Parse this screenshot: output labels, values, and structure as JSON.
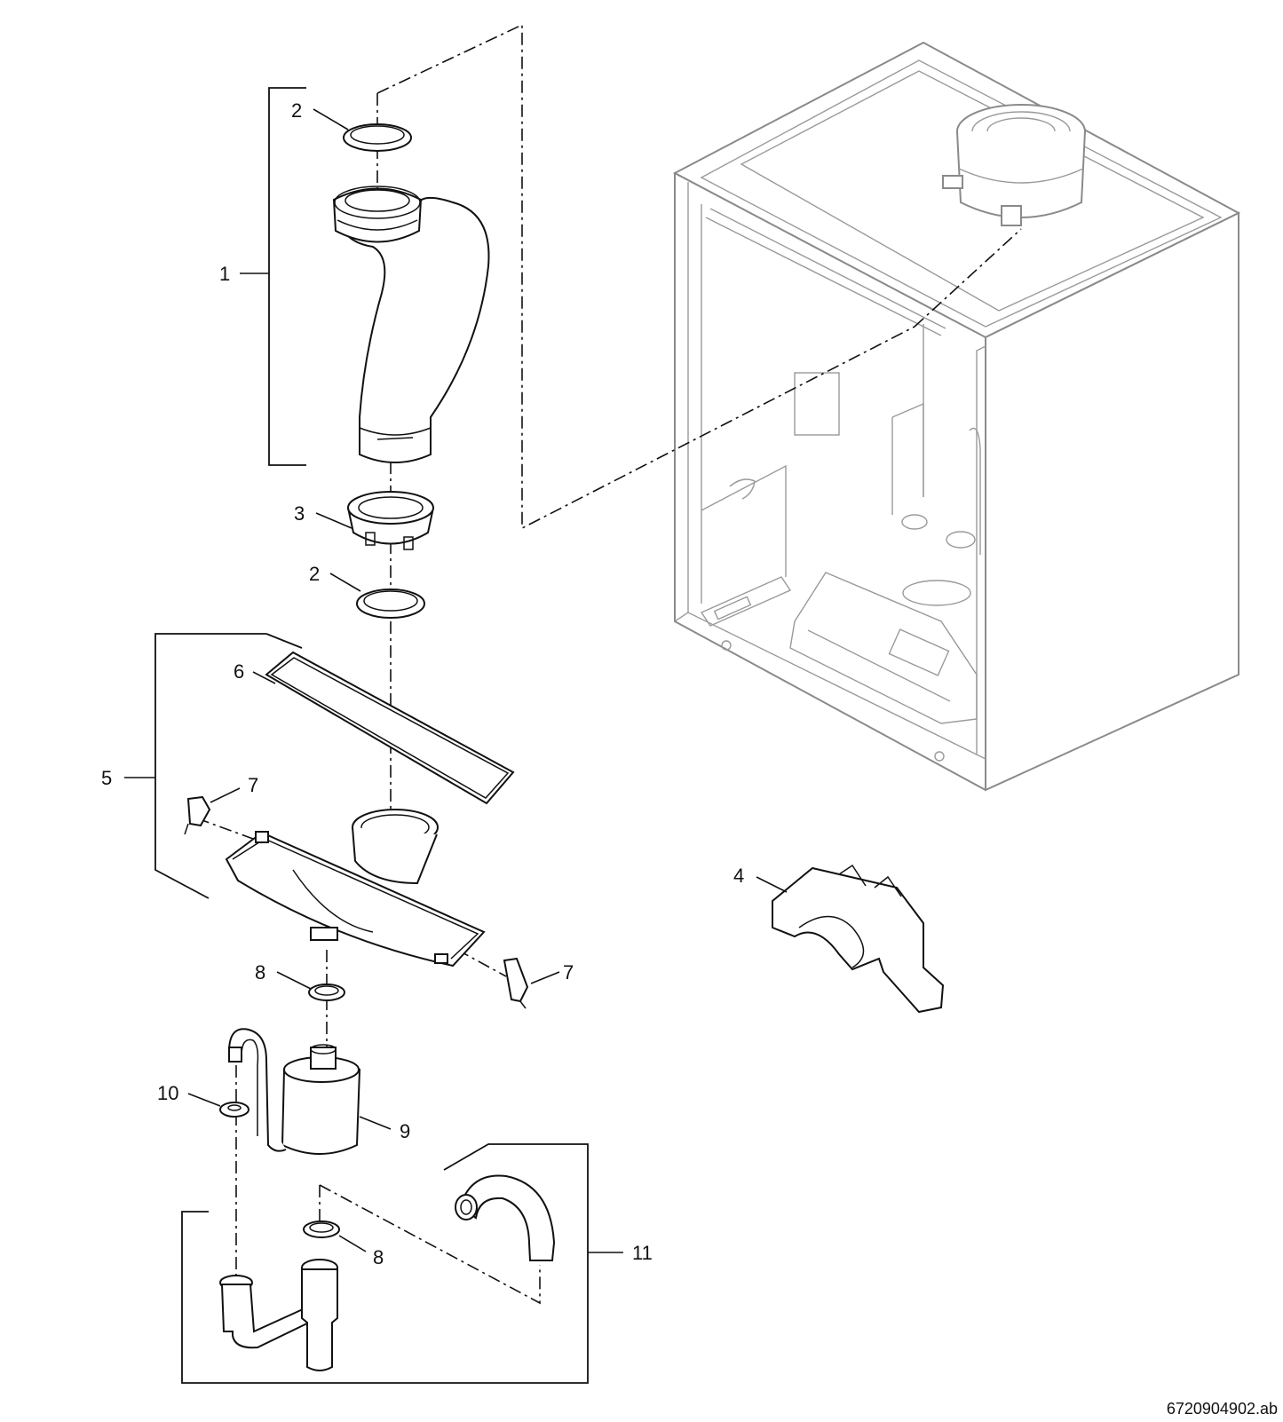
{
  "diagram": {
    "callouts": {
      "c1": "1",
      "c2a": "2",
      "c2b": "2",
      "c3": "3",
      "c4": "4",
      "c5": "5",
      "c6": "6",
      "c7a": "7",
      "c7b": "7",
      "c8a": "8",
      "c8b": "8",
      "c9": "9",
      "c10": "10",
      "c11": "11"
    },
    "drawing_code": "6720904902.ab"
  }
}
